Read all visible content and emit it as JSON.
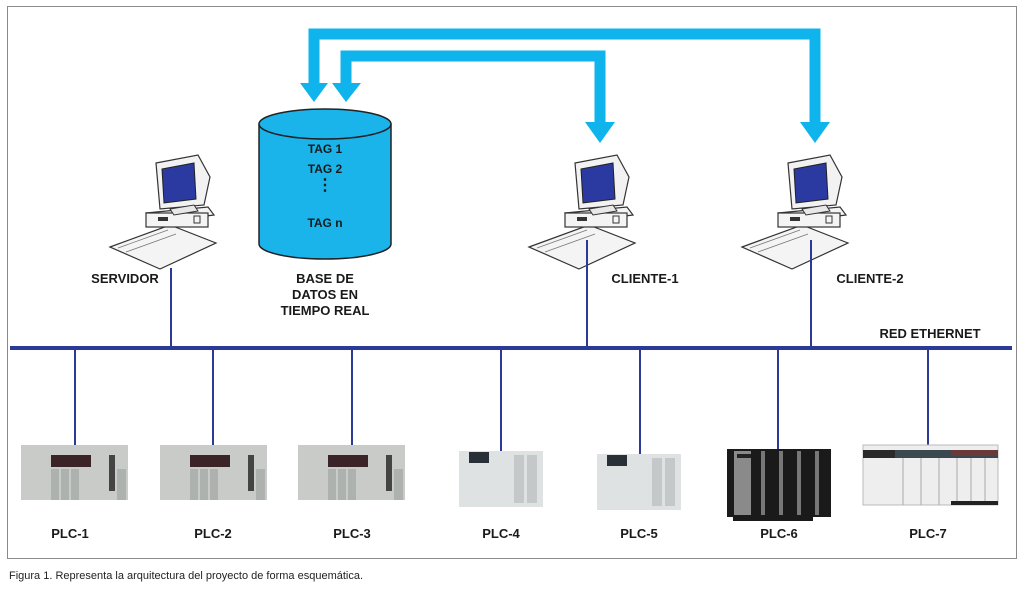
{
  "diagram": {
    "colors": {
      "arrow": "#0fb4ec",
      "database_fill": "#1ab4ea",
      "network": "#2b3a94",
      "frame": "#8a8a8a"
    },
    "database": {
      "tags": [
        "TAG 1",
        "TAG 2",
        "TAG n"
      ],
      "ellipsis": "⋮",
      "label": "BASE DE\nDATOS EN\nTIEMPO REAL"
    },
    "nodes": {
      "server": "SERVIDOR",
      "client1": "CLIENTE-1",
      "client2": "CLIENTE-2"
    },
    "network_label": "RED ETHERNET",
    "plcs": [
      "PLC-1",
      "PLC-2",
      "PLC-3",
      "PLC-4",
      "PLC-5",
      "PLC-6",
      "PLC-7"
    ],
    "caption": "Figura 1. Representa la arquitectura del proyecto de forma esquemática."
  }
}
